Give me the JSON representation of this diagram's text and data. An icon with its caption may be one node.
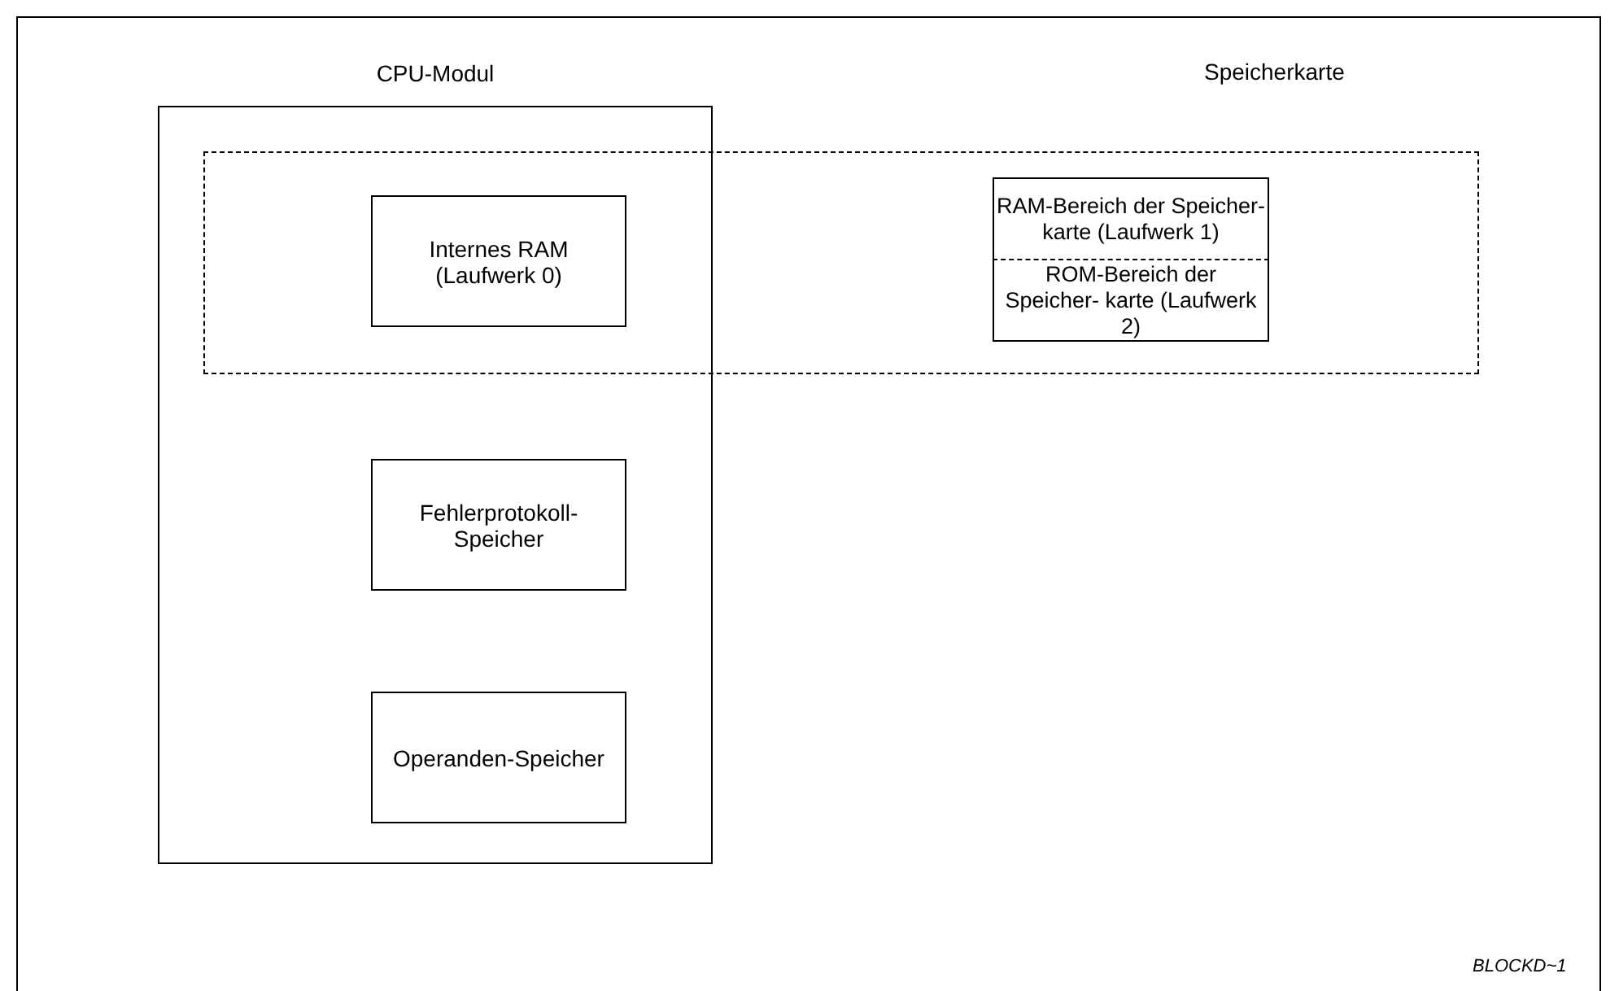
{
  "diagram": {
    "nodes": [
      {
        "text": [
          "CPU-Modul"
        ]
      },
      {
        "text": [],
        "shape": "box"
      },
      {
        "text": [
          "Internes RAM (Laufwerk 0)"
        ]
      },
      {
        "text": [
          "RAM-Bereich der Speicher- karte (Laufwerk 1)"
        ],
        "in": 1
      },
      {
        "text": [
          "ROM-Bereich der Speicher- karte (Laufwerk 2)"
        ],
        "in": 1
      },
      {
        "text": [
          "Fehlerprotokoll- Speicher"
        ],
        "in": 0
      },
      {
        "text": [
          "Operanden-Speicher"
        ],
        "in": 0
      }
    ],
    "edges": [],
    "labels": [
      "Speicherkarte",
      "BLOCKD~1"
    ]
  }
}
